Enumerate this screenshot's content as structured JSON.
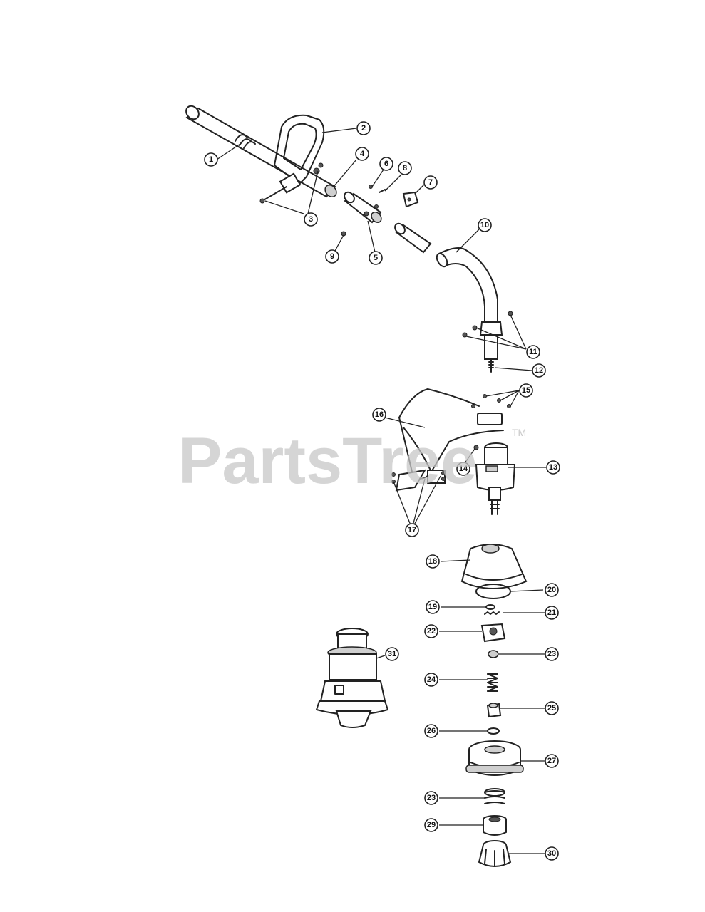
{
  "watermark": {
    "text": "PartsTree",
    "trademark": "TM"
  },
  "callouts": [
    "1",
    "2",
    "3",
    "4",
    "5",
    "6",
    "7",
    "8",
    "9",
    "10",
    "11",
    "12",
    "13",
    "14",
    "15",
    "16",
    "17",
    "18",
    "19",
    "20",
    "21",
    "22",
    "23",
    "24",
    "25",
    "26",
    "27",
    "23",
    "29",
    "30",
    "31"
  ]
}
